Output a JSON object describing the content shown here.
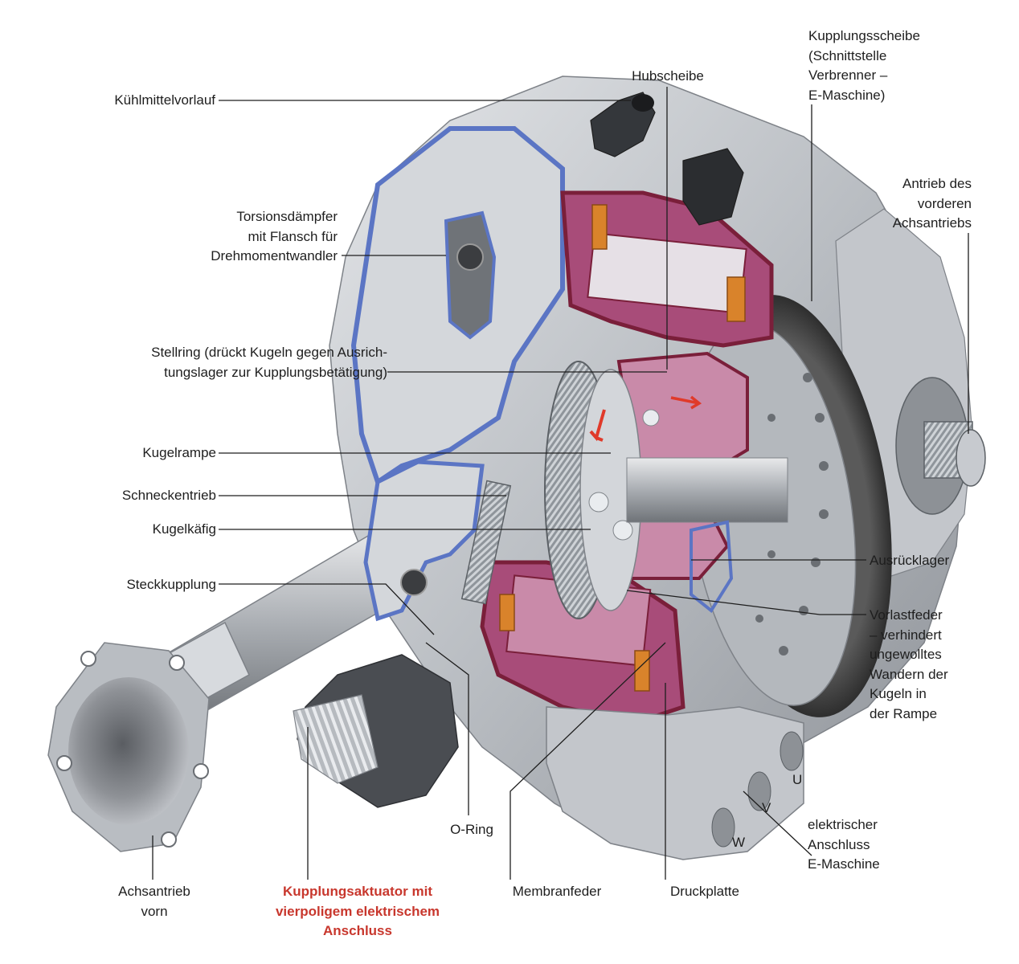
{
  "colors": {
    "highlight": "#c8372d",
    "leader_line": "#1e1e1e",
    "housing_metal": "#c9ccd1",
    "cut_blue": "#5b75c4",
    "cut_red": "#7a1f3a",
    "magenta": "#b85a86",
    "clutch_disc": "#4a4a4a",
    "gear": "#9aa0a6"
  },
  "labels": {
    "kuehlmittelvorlauf": "Kühlmittelvorlauf",
    "hubscheibe": "Hubscheibe",
    "kupplungsscheibe": "Kupplungsscheibe\n(Schnittstelle\nVerbrenner –\nE-Maschine)",
    "torsionsdaempfer": "Torsionsdämpfer\nmit Flansch für\nDrehmomentwandler",
    "antrieb_vorne": "Antrieb des\nvorderen\nAchsantriebs",
    "stellring": "Stellring (drückt Kugeln gegen Ausrich-\ntungslager zur Kupplungsbetätigung)",
    "kugelrampe": "Kugelrampe",
    "schneckentrieb": "Schneckentrieb",
    "kugelkaefig": "Kugelkäfig",
    "ausruecklager": "Ausrücklager",
    "steckkupplung": "Steckkupplung",
    "vorlastfeder": "Vorlastfeder\n– verhindert\nungewolltes\nWandern der\nKugeln in\nder Rampe",
    "o_ring": "O-Ring",
    "achsantrieb_vorn": "Achsantrieb\nvorn",
    "kupplungsaktuator": "Kupplungsaktuator mit\nvierpoligem elektrischem\nAnschluss",
    "membranfeder": "Membranfeder",
    "druckplatte": "Druckplatte",
    "elektrischer_anschluss": "elektrischer\nAnschluss\nE-Maschine",
    "phase_u": "U",
    "phase_v": "V",
    "phase_w": "W"
  }
}
